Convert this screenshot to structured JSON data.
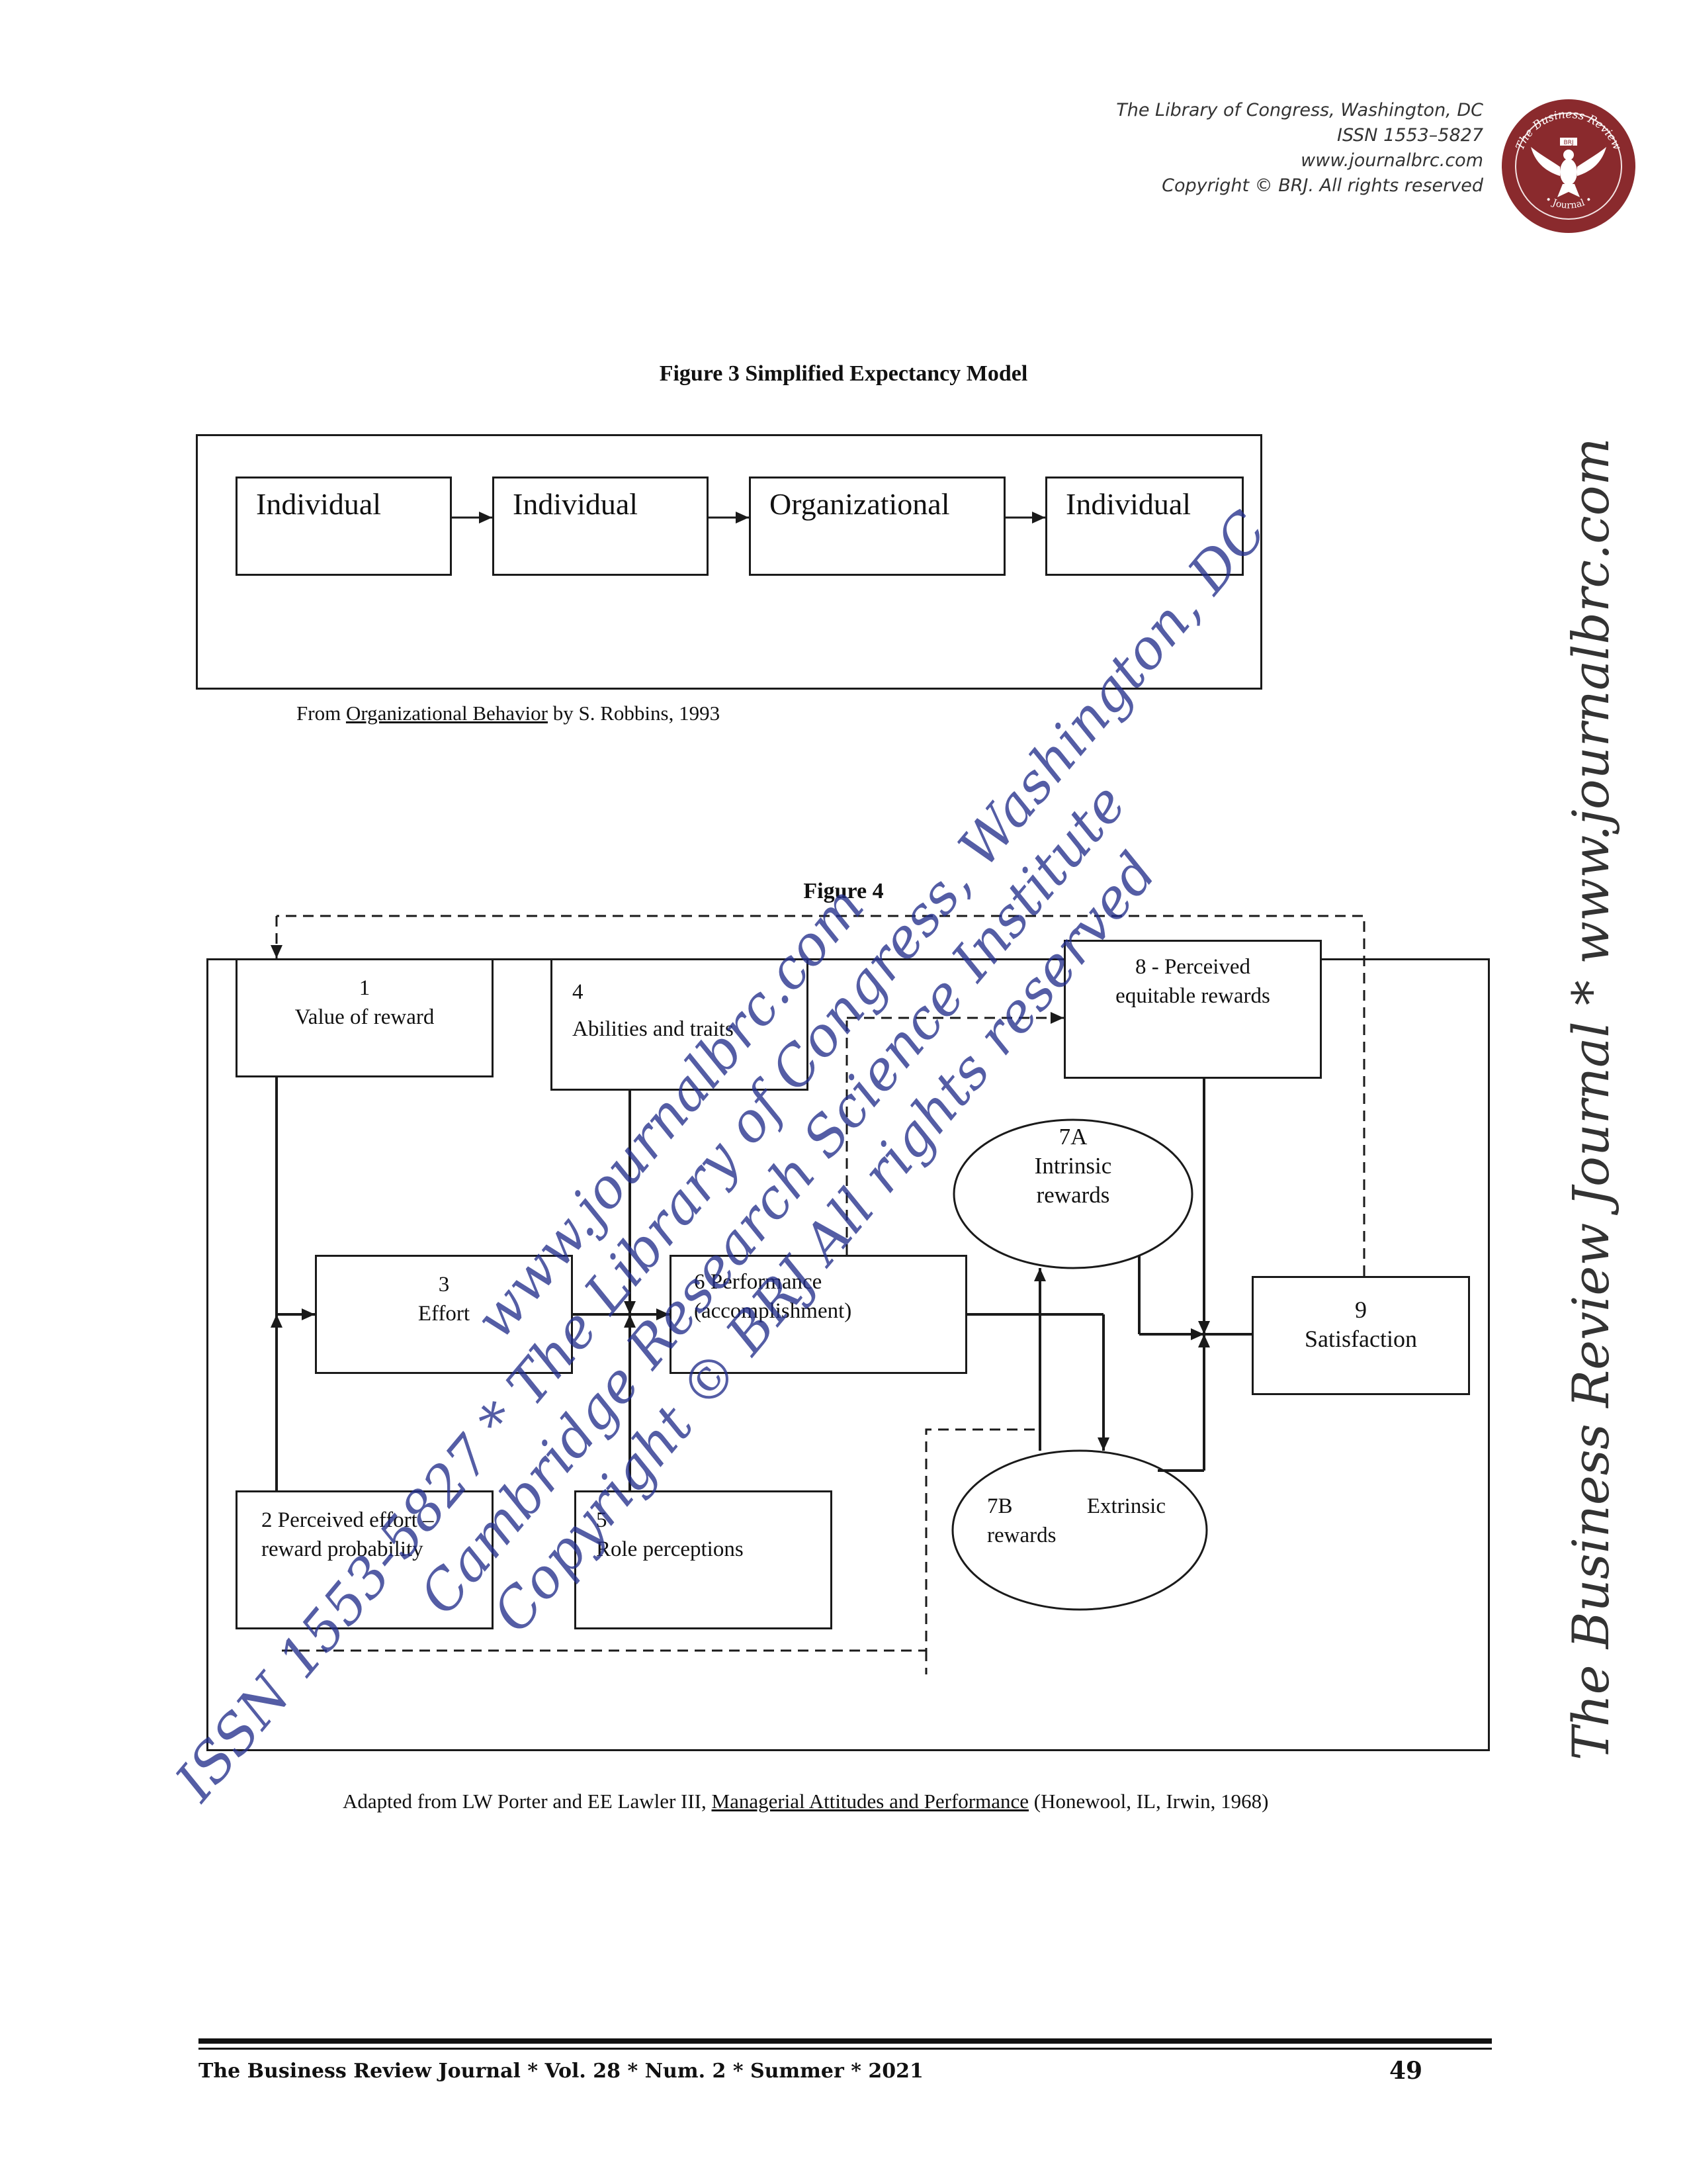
{
  "header": {
    "line1": "The Library of Congress, Washington, DC",
    "line2": "ISSN 1553–5827",
    "line3": "www.journalbrc.com",
    "line4": "Copyright ©  BRJ. All rights reserved"
  },
  "seal": {
    "top_text": "The Business Review",
    "bottom_text": "• Journal •",
    "badge": "BRJ",
    "color": "#8a2a2d"
  },
  "figure3": {
    "title": "Figure 3  Simplified Expectancy Model",
    "boxes": [
      "Individual",
      "Individual",
      "Organizational",
      "Individual"
    ],
    "source_pre": "From ",
    "source_link": "Organizational Behavior",
    "source_post": " by S. Robbins, 1993"
  },
  "figure4": {
    "title": "Figure 4",
    "b1_num": "1",
    "b1_text": "Value of reward",
    "b4_num": "4",
    "b4_text": "Abilities and traits",
    "b8_text1": "8 - Perceived",
    "b8_text2": "equitable rewards",
    "b7a_1": "7A",
    "b7a_2": "Intrinsic",
    "b7a_3": "rewards",
    "b3_num": "3",
    "b3_text": "Effort",
    "b6_text1": "6 Performance",
    "b6_text2": "(accomplishment)",
    "b9_num": "9",
    "b9_text": "Satisfaction",
    "b2_text1": "2 Perceived  effort  –",
    "b2_text2": "reward probability",
    "b5_num": "5",
    "b5_text": "Role perceptions",
    "b7b_1": "7B",
    "b7b_2": "Extrinsic",
    "b7b_3": "rewards",
    "source_pre": "Adapted from LW Porter and EE Lawler III, ",
    "source_link": "Managerial Attitudes and Performance",
    "source_post": " (Honewool, IL, Irwin, 1968)"
  },
  "watermark": {
    "line1": "www.journalbrc.com",
    "line2": "ISSN 1553-5827 * The Library of Congress, Washington, DC",
    "line3": "Cambridge Research Science Institute",
    "line4": "Copyright © BRJ All rights reserved",
    "color": "#24308c"
  },
  "side_text": "The Business Review Journal * www.journalbrc.com",
  "footer": {
    "text": "The Business Review Journal  *  Vol. 28  *  Num. 2  *  Summer  *  2021",
    "page": "49"
  }
}
